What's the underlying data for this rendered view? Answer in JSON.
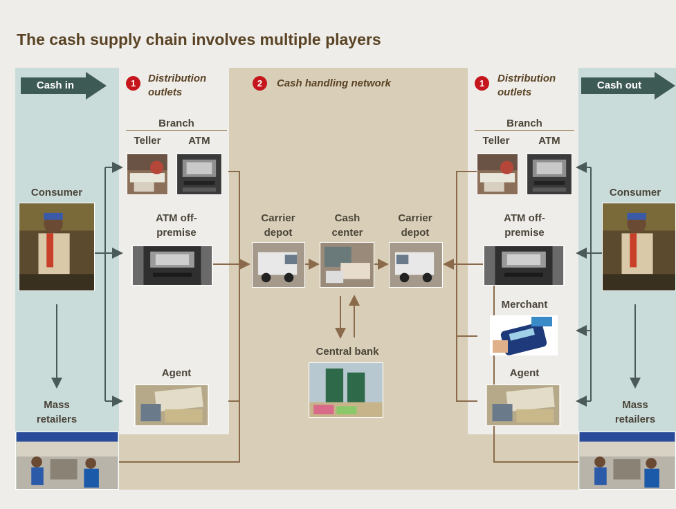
{
  "title": "The cash supply chain involves multiple players",
  "cash_in": "Cash in",
  "cash_out": "Cash out",
  "left_outlets": {
    "number": "1",
    "label_line1": "Distribution",
    "label_line2": "outlets"
  },
  "right_outlets": {
    "number": "1",
    "label_line1": "Distribution",
    "label_line2": "outlets"
  },
  "network": {
    "number": "2",
    "label": "Cash handling network"
  },
  "branch": "Branch",
  "teller": "Teller",
  "atm": "ATM",
  "atm_offpremise_line1": "ATM off-",
  "atm_offpremise_line2": "premise",
  "consumer": "Consumer",
  "mass_retailers_line1": "Mass",
  "mass_retailers_line2": "retailers",
  "agent": "Agent",
  "merchant": "Merchant",
  "carrier_depot_line1": "Carrier",
  "carrier_depot_line2": "depot",
  "cash_center_line1": "Cash",
  "cash_center_line2": "center",
  "central_bank": "Central bank",
  "colors": {
    "title": "#5a4324",
    "banner": "#3e5a55",
    "network_bg": "#d9cfb9",
    "outer_bg": "#c9dcda",
    "outlet_bg": "#eeedea",
    "connector": "#8a6a4b",
    "badge": "#c4161c"
  }
}
